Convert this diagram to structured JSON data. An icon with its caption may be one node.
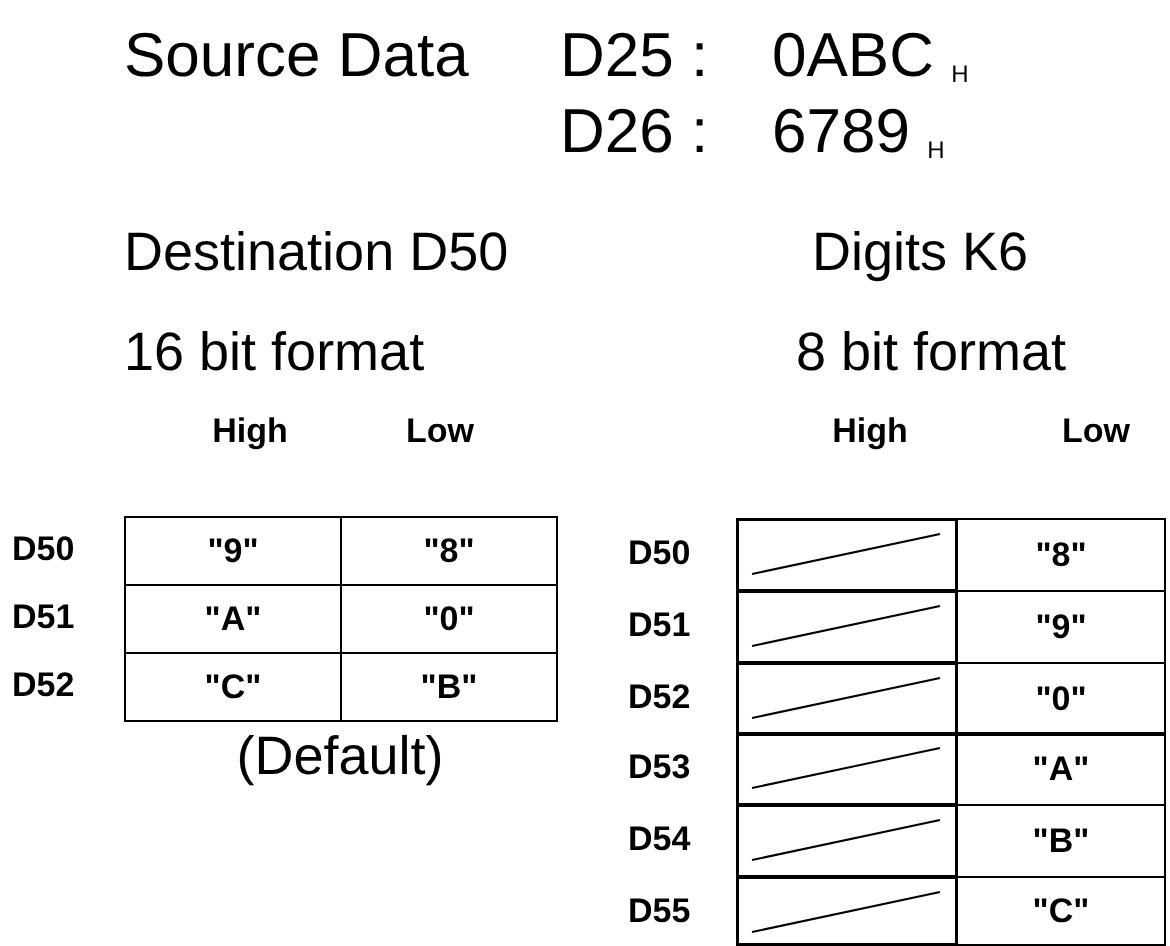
{
  "diagram": {
    "labels": [
      "Source Data",
      "D25 :",
      "0ABC $_{H}$",
      "D26 :",
      "6789 $_{H}$",
      "Destination D50",
      "Digits K6",
      "16 bit format",
      "8 bit format",
      "High",
      "Low",
      "High",
      "Low",
      "D50",
      "\"9\"",
      "\"8\"",
      "D51",
      "\"A\"",
      "\"0\"",
      "D52",
      "\"C\"",
      "\"B\"",
      "(Default)",
      "D50",
      "\"8\"",
      "D51",
      "\"9\"",
      "D52",
      "\"0\"",
      "D53",
      "\"A\"",
      "D54",
      "\"B\"",
      "D55",
      "\"C\""
    ]
  }
}
